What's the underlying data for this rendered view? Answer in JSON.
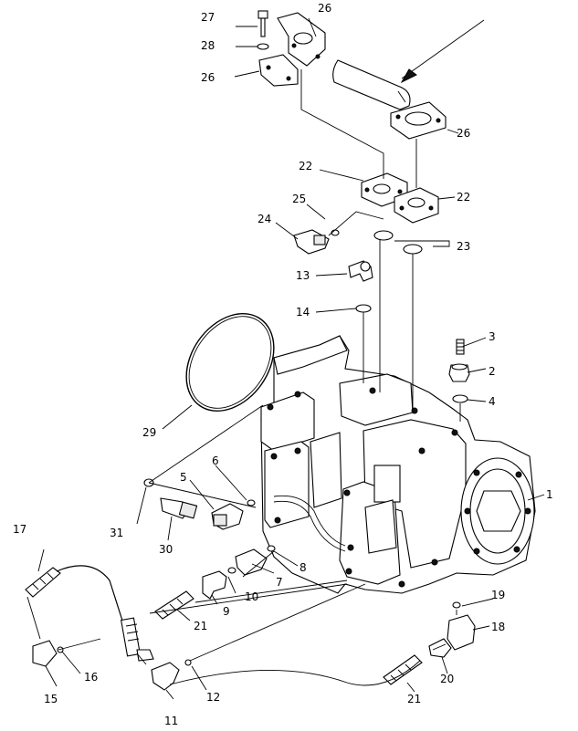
{
  "labels": {
    "l1": "1",
    "l2": "2",
    "l3": "3",
    "l4": "4",
    "l5": "5",
    "l6": "6",
    "l7": "7",
    "l8": "8",
    "l9": "9",
    "l10": "10",
    "l11": "11",
    "l12": "12",
    "l13": "13",
    "l14": "14",
    "l15": "15",
    "l16": "16",
    "l17": "17",
    "l18": "18",
    "l19": "19",
    "l20": "20",
    "l21a": "21",
    "l21b": "21",
    "l22a": "22",
    "l22b": "22",
    "l23": "23",
    "l24": "24",
    "l25": "25",
    "l26a": "26",
    "l26b": "26",
    "l26c": "26",
    "l27": "27",
    "l28": "28",
    "l29": "29",
    "l30": "30",
    "l31": "31"
  }
}
